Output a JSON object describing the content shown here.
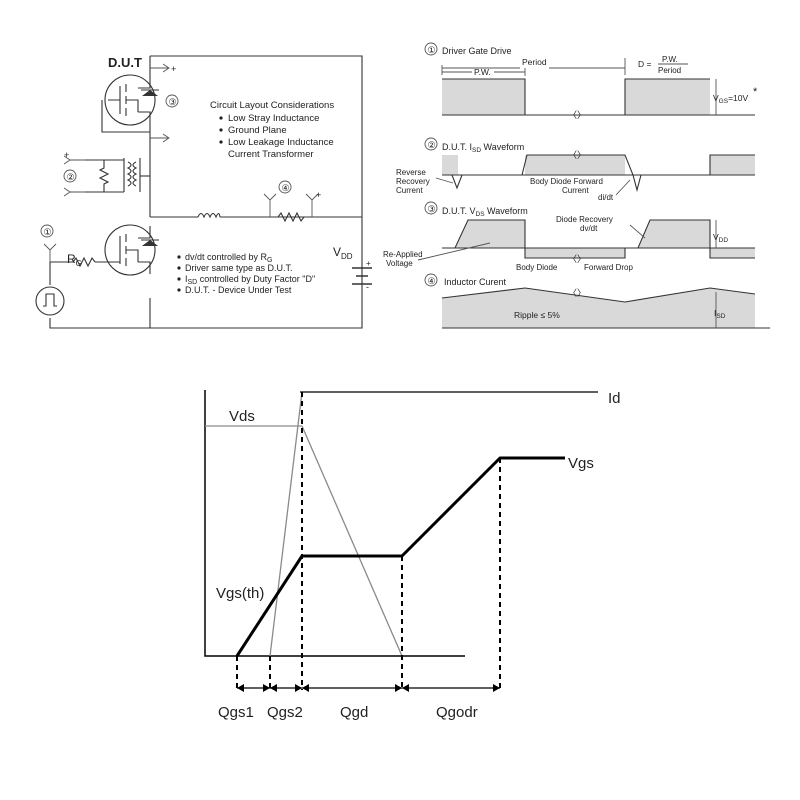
{
  "circuit": {
    "dut_label": "D.U.T",
    "num1": "①",
    "num2": "②",
    "num3": "③",
    "num4": "④",
    "rg_label": "R",
    "rg_sub": "G",
    "vdd_label": "V",
    "vdd_sub": "DD",
    "plus": "+",
    "minus": "-",
    "considerations_title": "Circuit Layout Considerations",
    "considerations": [
      "Low Stray Inductance",
      "Ground Plane",
      "Low Leakage Inductance",
      "Current Transformer"
    ],
    "notes": [
      {
        "pre": "dv/dt controlled by R",
        "sub": "G",
        "post": ""
      },
      {
        "pre": "Driver same type as D.U.T.",
        "sub": "",
        "post": ""
      },
      {
        "pre": "I",
        "sub": "SD",
        "post": " controlled by Duty Factor \"D\""
      },
      {
        "pre": "D.U.T. - Device Under Test",
        "sub": "",
        "post": ""
      }
    ]
  },
  "waveforms": {
    "w1_title": "Driver Gate Drive",
    "period": "Period",
    "pw": "P.W.",
    "d_eq": "D =",
    "d_num": "P.W.",
    "d_den": "Period",
    "vgs": "V",
    "vgs_sub": "GS",
    "vgs_post": "=10V",
    "star": "*",
    "w2_title_pre": "D.U.T. I",
    "w2_title_sub": "SD",
    "w2_title_post": " Waveform",
    "reverse_recovery": [
      "Reverse",
      "Recovery",
      "Current"
    ],
    "body_diode_forward": [
      "Body  Diode  Forward",
      "Current"
    ],
    "didt": "di/dt",
    "w3_title_pre": "D.U.T. V",
    "w3_title_sub": "DS",
    "w3_title_post": " Waveform",
    "diode_recovery": [
      "Diode  Recovery",
      "dv/dt"
    ],
    "vdd": "V",
    "vdd_sub": "DD",
    "reapplied": [
      "Re-Applied",
      "Voltage"
    ],
    "body_diode_drop": "Body  Diode",
    "forward_drop": "Forward  Drop",
    "w4_title": "Inductor Curent",
    "ripple": "Ripple  ≤  5%",
    "isd": "I",
    "isd_sub": "SD",
    "break": "〈〉"
  },
  "gate_charge": {
    "labels": {
      "id": "Id",
      "vds": "Vds",
      "vgs": "Vgs",
      "vgs_th": "Vgs(th)"
    },
    "intervals": [
      "Qgs1",
      "Qgs2",
      "Qgd",
      "Qgodr"
    ]
  }
}
